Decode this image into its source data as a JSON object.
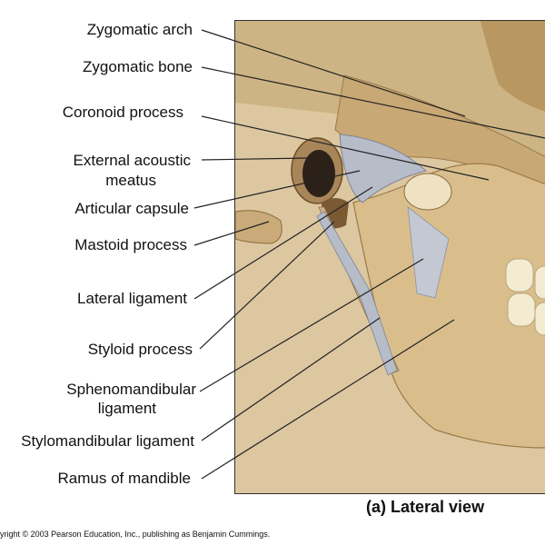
{
  "labels": {
    "zygomatic_arch": "Zygomatic arch",
    "zygomatic_bone": "Zygomatic bone",
    "coronoid_process": "Coronoid process",
    "external_acoustic_meatus_1": "External acoustic",
    "external_acoustic_meatus_2": "meatus",
    "articular_capsule": "Articular capsule",
    "mastoid_process": "Mastoid process",
    "lateral_ligament": "Lateral ligament",
    "styloid_process": "Styloid process",
    "sphenomandibular_1": "Sphenomandibular",
    "sphenomandibular_2": "ligament",
    "stylomandibular_ligament": "Stylomandibular ligament",
    "ramus_of_mandible": "Ramus of mandible"
  },
  "caption": {
    "panel": "(a)",
    "view": "Lateral view"
  },
  "copyright": "yright © 2003 Pearson Education, Inc., publishing as Benjamin Cummings.",
  "colors": {
    "bone": "#d9c39a",
    "bone_shadow": "#b89662",
    "bone_dark": "#8b6a3e",
    "ligament": "#b7bcc9",
    "ligament_stroke": "#7e8597",
    "tooth": "#f3ecd3",
    "cavity": "#2b2118",
    "leader_line": "#222222"
  }
}
